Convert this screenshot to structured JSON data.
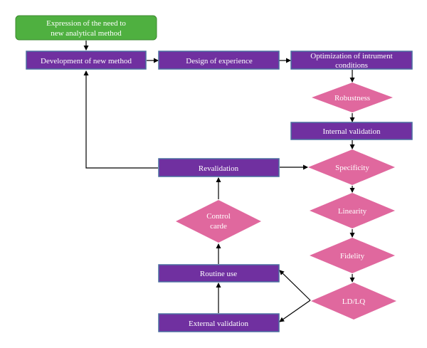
{
  "colors": {
    "start_fill": "#4fb040",
    "start_stroke": "#3c8a30",
    "process_fill": "#7030a0",
    "process_stroke": "#4a6fa0",
    "decision_fill": "#e0689e",
    "arrow": "#000000",
    "text": "#ffffff"
  },
  "nodes": {
    "start": {
      "line1": "Expression of the need to",
      "line2": "new analytical method"
    },
    "development": {
      "label": "Development of new method"
    },
    "design": {
      "label": "Design of experience"
    },
    "optimization": {
      "line1": "Optimization of intrument",
      "line2": "conditions"
    },
    "robustness": {
      "label": "Robustness"
    },
    "internal_validation": {
      "label": "Internal validation"
    },
    "specificity": {
      "label": "Specificity"
    },
    "linearity": {
      "label": "Linearity"
    },
    "fidelity": {
      "label": "Fidelity"
    },
    "ldlq": {
      "label": "LD/LQ"
    },
    "revalidation": {
      "label": "Revalidation"
    },
    "control_carde": {
      "line1": "Control",
      "line2": "carde"
    },
    "routine_use": {
      "label": "Routine use"
    },
    "external_validation": {
      "label": "External validation"
    }
  }
}
